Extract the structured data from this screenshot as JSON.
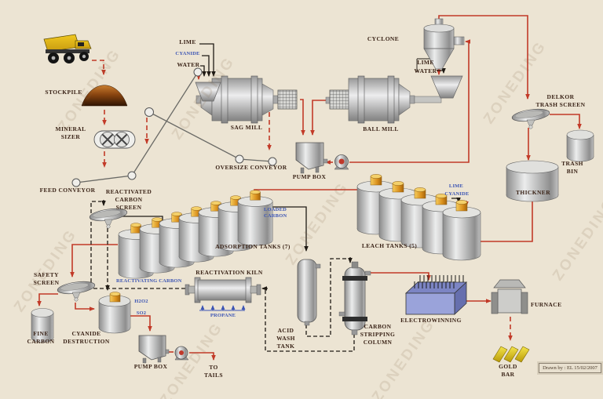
{
  "watermark": "ZONEDING",
  "colors": {
    "background": "#ece4d3",
    "flow_red": "#c23a28",
    "carbon_line_black": "#1f1a14",
    "label_dark": "#3a2317",
    "label_blue": "#3b54b4",
    "tank_cap_orange": "#d98f1c",
    "gold": "#e3c81e",
    "electrowinning_blue": "#9aa3da",
    "stockpile_brown": "#8a4510"
  },
  "labels": {
    "stockpile": "STOCKPILE",
    "mineral_sizer": "MINERAL\nSIZER",
    "feed_conveyor": "FEED CONVEYOR",
    "lime_sag": "LIME",
    "cyanide_sag": "CYANIDE",
    "water_sag": "WATER",
    "sag_mill": "SAG MILL",
    "oversize_conveyor": "OVERSIZE CONVEYOR",
    "pump_box_mill": "PUMP BOX",
    "cyclone": "CYCLONE",
    "ball_mill": "BALL MILL",
    "lime_ball": "LIME",
    "water_ball": "WATER",
    "delkor_trash_screen": "DELKOR\nTRASH SCREEN",
    "trash_bin": "TRASH\nBIN",
    "thickner": "THICKNER",
    "reactivated_carbon_screen": "REACTIVATED\nCARBON\nSCREEN",
    "adsorption_tanks": "ADSORPTION TANKS (7)",
    "leach_tanks": "LEACH TANKS (5)",
    "lime_leach": "LIME",
    "cyanide_leach": "CYANIDE",
    "loaded_carbon": "LOADED CARBON",
    "safety_screen": "SAFETY\nSCREEN",
    "fine_carbon": "FINE\nCARBON",
    "cyanide_destruction": "CYANIDE\nDESTRUCTION",
    "reactivating_carbon": "REACTIVATING CARBON",
    "h2o2": "H2O2",
    "so2": "SO2",
    "reactivation_kiln": "REACTIVATION KILN",
    "propane": "PROPANE",
    "acid_wash_tank": "ACID\nWASH\nTANK",
    "carbon_stripping_column": "CARBON\nSTRIPPING\nCOLUMN",
    "electrowinning": "ELECTROWINNING",
    "furnace": "FURNACE",
    "gold_bar": "GOLD\nBAR",
    "pump_box_tails": "PUMP BOX",
    "to_tails": "TO\nTAILS",
    "drawn_by": "Drawn by : EL 15/02/2007"
  }
}
